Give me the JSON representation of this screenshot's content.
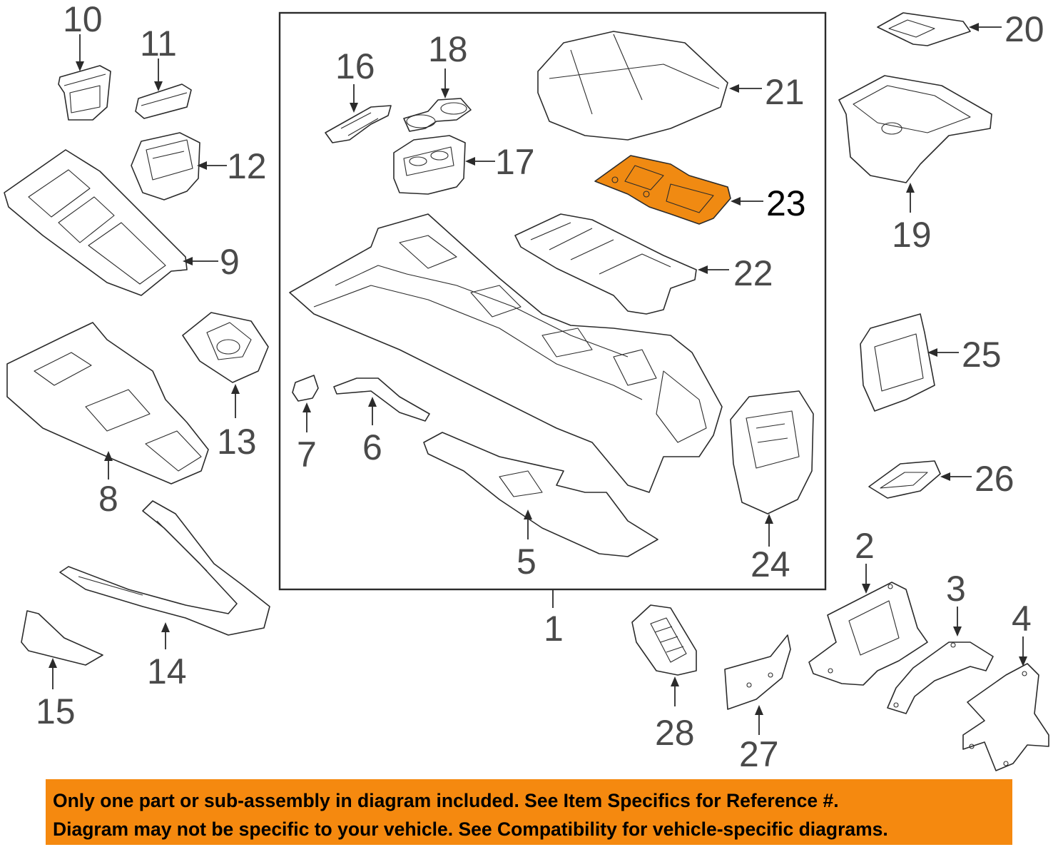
{
  "diagram": {
    "callouts": [
      "1",
      "2",
      "3",
      "4",
      "5",
      "6",
      "7",
      "8",
      "9",
      "10",
      "11",
      "12",
      "13",
      "14",
      "15",
      "16",
      "17",
      "18",
      "19",
      "20",
      "21",
      "22",
      "23",
      "24",
      "25",
      "26",
      "27",
      "28"
    ],
    "highlighted_part": "23",
    "highlight_color": "#f08a12"
  },
  "notice": {
    "line1": "Only one part or sub-assembly in diagram included. See Item Specifics for Reference #.",
    "line2": "Diagram may not be specific to your vehicle. See Compatibility for vehicle-specific diagrams.",
    "background_color": "#f5890f"
  }
}
